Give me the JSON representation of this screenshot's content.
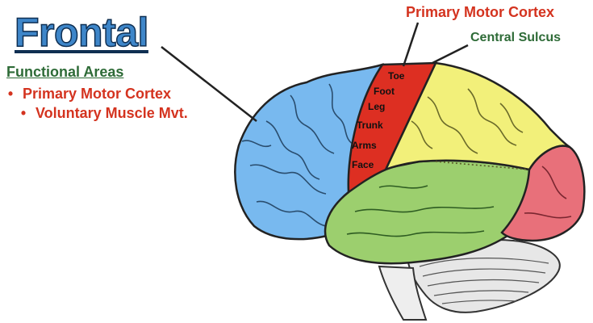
{
  "title": "Frontal",
  "functional_areas": {
    "heading": "Functional Areas",
    "items": [
      {
        "bullet": "•",
        "label": "Primary Motor Cortex"
      },
      {
        "bullet": "•",
        "label": "Voluntary Muscle Mvt."
      }
    ]
  },
  "callouts": {
    "primary_motor_cortex": "Primary Motor Cortex",
    "central_sulcus": "Central Sulcus"
  },
  "motor_strip_labels": [
    "Toe",
    "Foot",
    "Leg",
    "Trunk",
    "Arms",
    "Face"
  ],
  "colors": {
    "frontal_lobe": "#78b9ef",
    "motor_cortex": "#dd2f22",
    "parietal_lobe": "#f2f07a",
    "temporal_lobe": "#9ccf6e",
    "occipital_lobe": "#e8707a",
    "cerebellum": "#e7e7e7",
    "title_blue": "#3e86c9",
    "label_red": "#d4331f",
    "label_green": "#2e6b37"
  }
}
